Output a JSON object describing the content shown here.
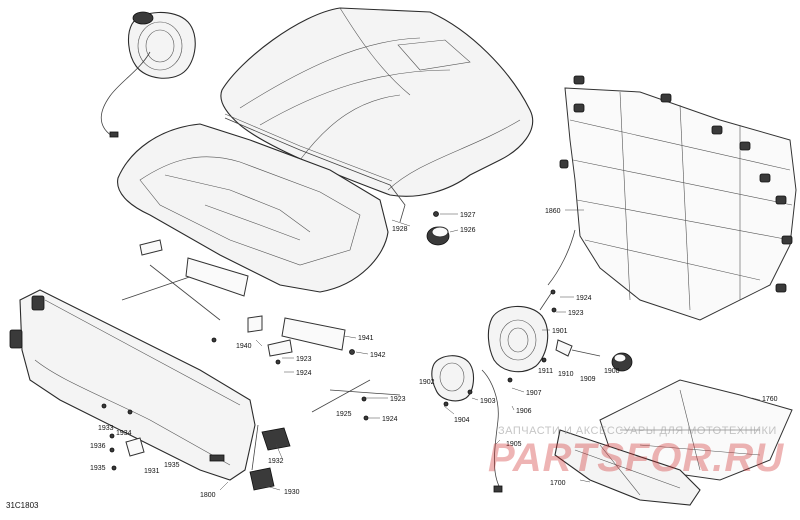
{
  "diagram_id": "31C1803",
  "watermark": {
    "caption": "ЗАПЧАСТИ И АКСЕССУАРЫ ДЛЯ МОТОТЕХНИКИ",
    "brand": "PARTSFOR.RU",
    "color": "#cd2828"
  },
  "callouts": {
    "c1927": "1927",
    "c1926": "1926",
    "c1928": "1928",
    "c1860": "1860",
    "c1924a": "1924",
    "c1923a": "1923",
    "c1941": "1941",
    "c1942": "1942",
    "c1940": "1940",
    "c1923b": "1923",
    "c1924b": "1924",
    "c1901": "1901",
    "c1902": "1902",
    "c1911": "1911",
    "c1910": "1910",
    "c1909": "1909",
    "c1908": "1908",
    "c1907": "1907",
    "c1903": "1903",
    "c1906": "1906",
    "c1904": "1904",
    "c1905": "1905",
    "c1923c": "1923",
    "c1925": "1925",
    "c1924c": "1924",
    "c1933": "1933",
    "c1934": "1934",
    "c1936": "1936",
    "c1935a": "1935",
    "c1935b": "1935",
    "c1931": "1931",
    "c1932": "1932",
    "c1930": "1930",
    "c1800": "1800",
    "c1760": "1760",
    "c1700": "1700"
  }
}
